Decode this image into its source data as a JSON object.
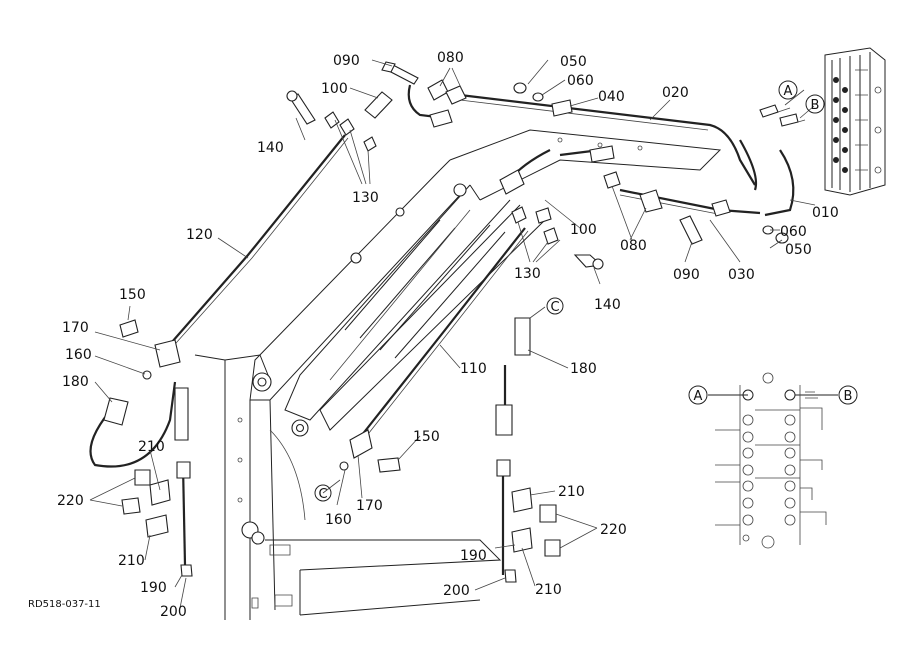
{
  "drawing_code": "RD518-037-11",
  "circle_markers": {
    "a": "A",
    "b": "B",
    "c": "C"
  },
  "labels": {
    "p010": "010",
    "p020": "020",
    "p030": "030",
    "p040": "040",
    "p050": "050",
    "p060": "060",
    "p080": "080",
    "p090": "090",
    "p100": "100",
    "p110": "110",
    "p120": "120",
    "p130": "130",
    "p140": "140",
    "p150": "150",
    "p160": "160",
    "p170": "170",
    "p180": "180",
    "p190": "190",
    "p200": "200",
    "p210": "210",
    "p220": "220"
  }
}
